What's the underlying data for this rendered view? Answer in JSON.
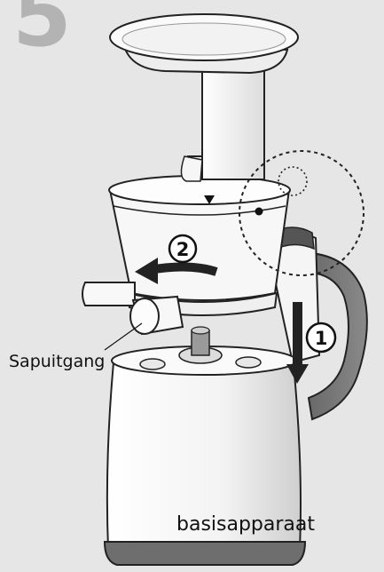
{
  "figure": {
    "step_number": "5",
    "labels": {
      "juice_outlet": "Sapuitgang",
      "base_unit": "basisapparaat"
    },
    "steps": [
      {
        "marker": "1",
        "direction": "down"
      },
      {
        "marker": "2",
        "direction": "left"
      }
    ]
  }
}
